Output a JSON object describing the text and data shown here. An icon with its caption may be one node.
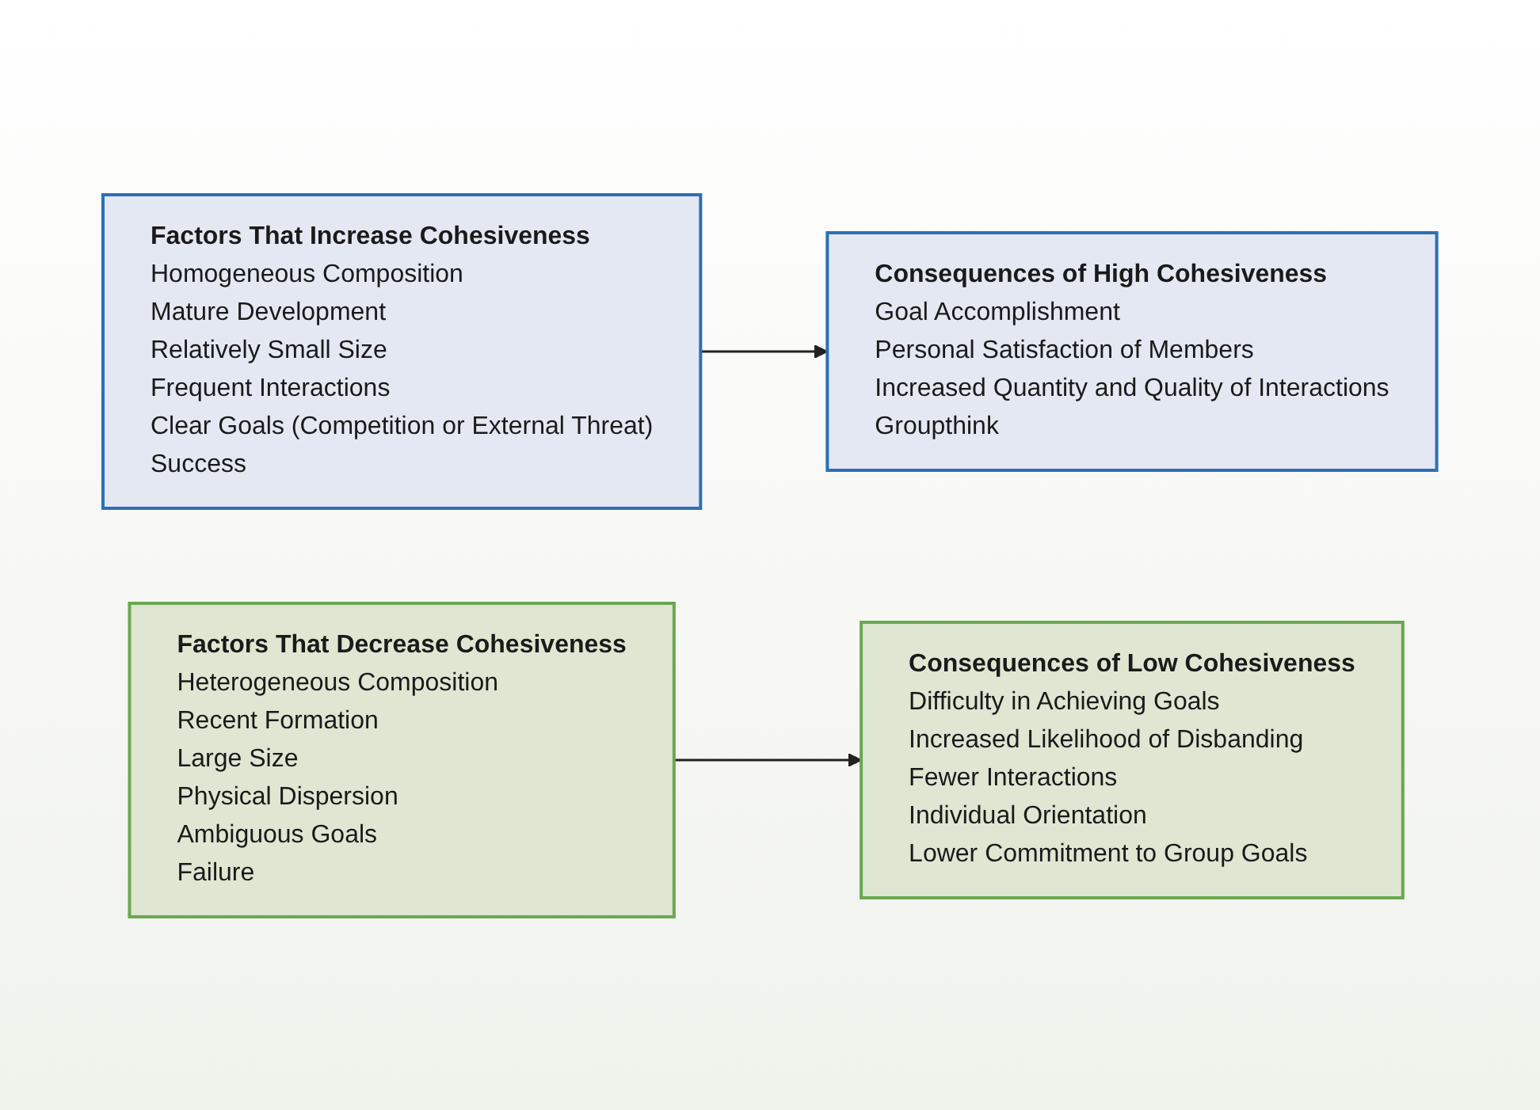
{
  "diagram": {
    "nodes": [
      {
        "text": [
          "Factors That Increase Cohesiveness",
          "Homogeneous Composition",
          "Mature Development",
          "Relatively Small Size",
          "Frequent Interactions",
          "Clear Goals (Competition or External Threat)",
          "Success"
        ]
      },
      {
        "text": [
          "Consequences of High Cohesiveness",
          "Goal Accomplishment",
          "Personal Satisfaction of Members",
          "Increased Quantity and Quality of Interactions",
          "Groupthink"
        ]
      },
      {
        "text": [
          "Factors That Decrease Cohesiveness",
          "Heterogeneous Composition",
          "Recent Formation",
          "Large Size",
          "Physical Dispersion",
          "Ambiguous Goals",
          "Failure"
        ]
      },
      {
        "text": [
          "Consequences of Low Cohesiveness",
          "Difficulty in Achieving Goals",
          "Increased Likelihood of Disbanding",
          "Fewer Interactions",
          "Individual Orientation",
          "Lower Commitment to Group Goals"
        ]
      }
    ],
    "edges": [
      {
        "from": 0,
        "to": 1,
        "arrow": "to"
      },
      {
        "from": 2,
        "to": 3,
        "arrow": "to"
      }
    ]
  }
}
